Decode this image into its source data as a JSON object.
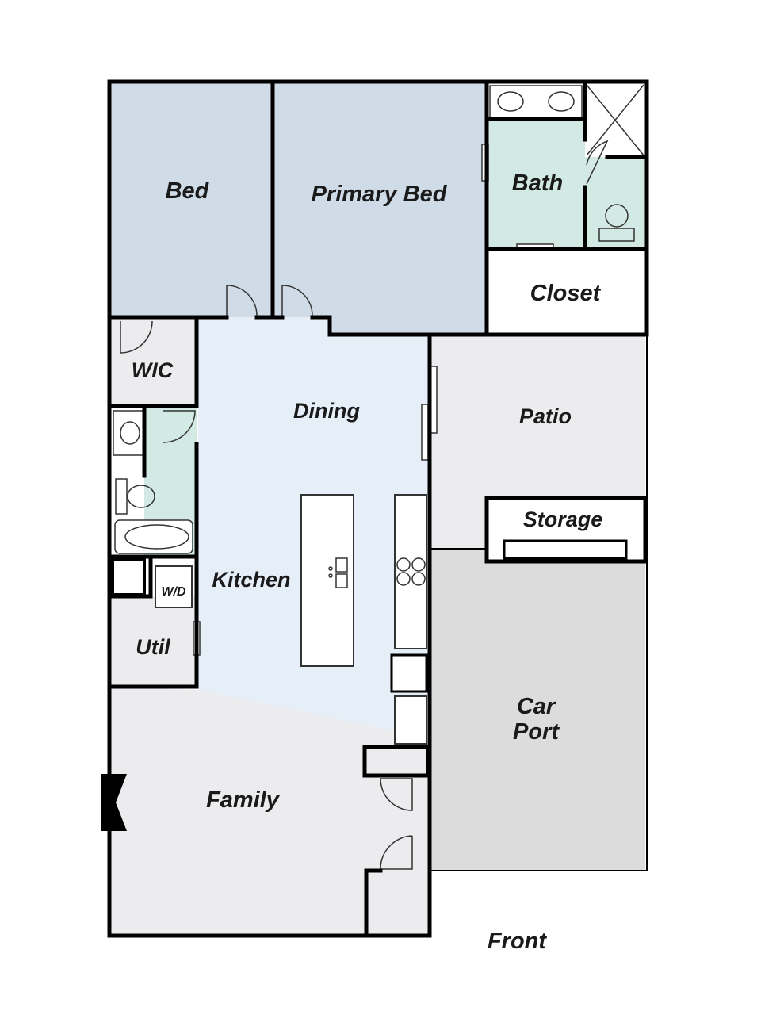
{
  "rooms": {
    "bed": "Bed",
    "primary_bed": "Primary Bed",
    "bath": "Bath",
    "closet": "Closet",
    "wic": "WIC",
    "dining": "Dining",
    "patio": "Patio",
    "storage": "Storage",
    "kitchen": "Kitchen",
    "wd": "W/D",
    "util": "Util",
    "car_port_line1": "Car",
    "car_port_line2": "Port",
    "family": "Family"
  },
  "front_label": "Front",
  "colors": {
    "bedroom": "#cfdbe7",
    "bath": "#d3e9e3",
    "living": "#e6eef8",
    "neutral": "#ececee",
    "carport": "#dcdcdc",
    "wall": "#000000"
  }
}
